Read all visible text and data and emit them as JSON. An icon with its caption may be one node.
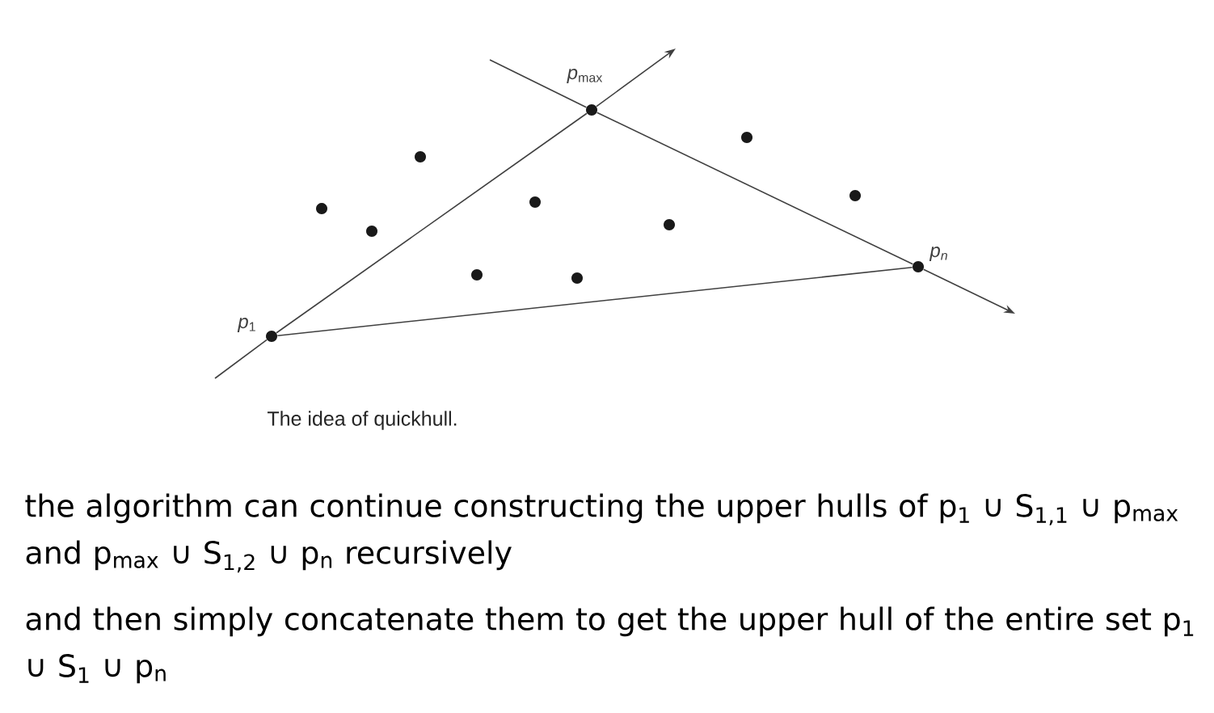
{
  "diagram": {
    "caption": "The idea of quickhull.",
    "nodes": [
      {
        "text": [],
        "shape": "circle",
        "beside": [
          "*p*$_{1}$"
        ]
      },
      {
        "text": [],
        "shape": "circle",
        "beside": [
          "*p*$_{max}$"
        ]
      },
      {
        "text": [],
        "shape": "circle",
        "beside": [
          "*p$_{n}$*"
        ]
      },
      {
        "text": [],
        "shape": "circle"
      },
      {
        "text": [],
        "shape": "circle"
      },
      {
        "text": [],
        "shape": "circle"
      },
      {
        "text": [],
        "shape": "circle"
      },
      {
        "text": [],
        "shape": "circle"
      },
      {
        "text": [],
        "shape": "circle"
      },
      {
        "text": [],
        "shape": "circle"
      },
      {
        "text": [],
        "shape": "circle"
      },
      {
        "text": [],
        "shape": "circle"
      }
    ],
    "edges": [
      {
        "from": 0,
        "to": 1,
        "arrow": "none"
      },
      {
        "from": 1,
        "to": 2,
        "arrow": "none"
      },
      {
        "from": 0,
        "to": 2,
        "arrow": "none"
      },
      {
        "from": null,
        "to": 0,
        "arrow": "none"
      },
      {
        "from": 1,
        "to": null,
        "arrow": "to"
      },
      {
        "from": null,
        "to": 1,
        "arrow": "none"
      },
      {
        "from": 2,
        "to": null,
        "arrow": "to"
      }
    ],
    "labels": [
      "the algorithm can continue constructing the upper hulls of p$_{1}$ ∪ S$_{1,1}$ ∪ p$_{max}$ and p$_{max}$ ∪ S$_{1,2}$ ∪ p$_{n}$ recursively",
      "and then simply concatenate them to get the upper hull of the entire set p$_{1}$ ∪ S$_{1}$ ∪ p$_{n}$"
    ]
  }
}
